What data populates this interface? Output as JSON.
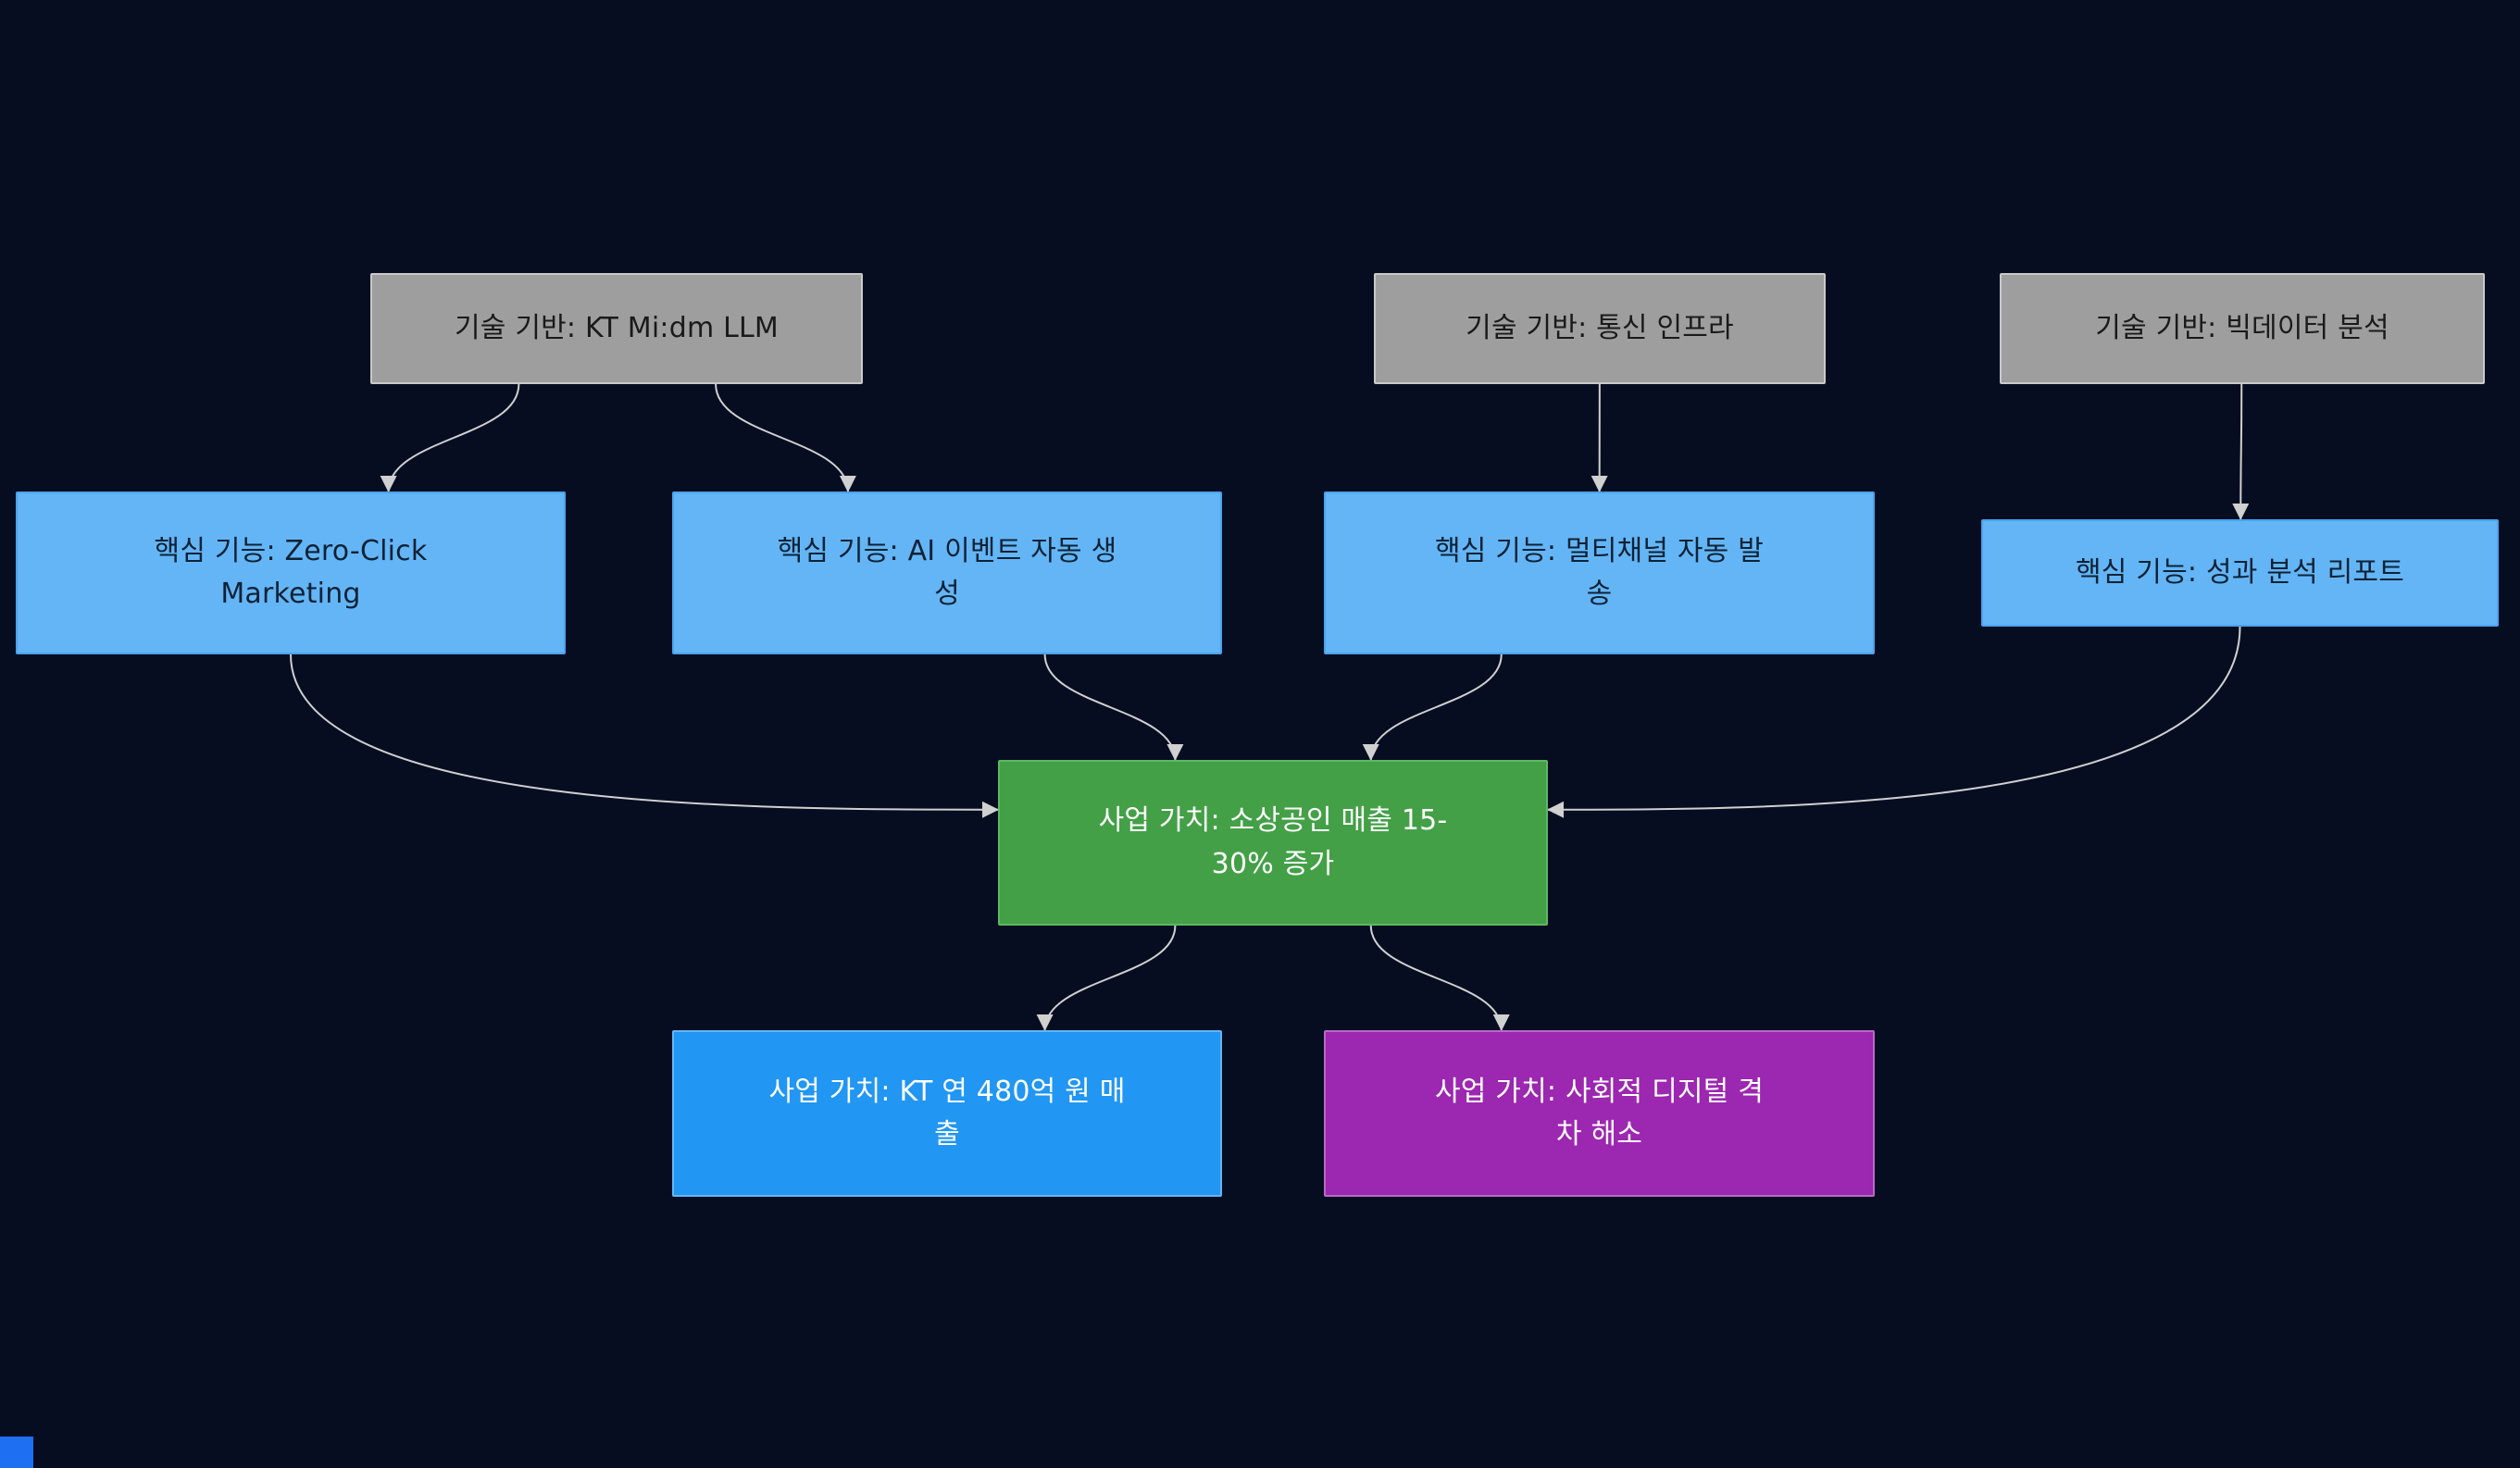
{
  "colors": {
    "background": "#060d21",
    "arrow": "#d0d0d0"
  },
  "diagram": {
    "nodes": {
      "t1": {
        "label": "기술 기반: KT Mi:dm LLM",
        "kind": "tech-base",
        "fill": "#9e9e9e",
        "stroke": "#c9c9c9",
        "text_color": "#1a1a1a"
      },
      "t2": {
        "label": "기술 기반: 통신 인프라",
        "kind": "tech-base",
        "fill": "#9e9e9e",
        "stroke": "#c9c9c9",
        "text_color": "#1a1a1a"
      },
      "t3": {
        "label": "기술 기반: 빅데이터 분석",
        "kind": "tech-base",
        "fill": "#9e9e9e",
        "stroke": "#c9c9c9",
        "text_color": "#1a1a1a"
      },
      "f1": {
        "label": "핵심 기능: Zero-Click\nMarketing",
        "kind": "core-feature",
        "fill": "#64b5f6",
        "stroke": "#4aa3ee",
        "text_color": "#0d2235"
      },
      "f2": {
        "label": "핵심 기능: AI 이벤트 자동 생\n성",
        "kind": "core-feature",
        "fill": "#64b5f6",
        "stroke": "#4aa3ee",
        "text_color": "#0d2235"
      },
      "f3": {
        "label": "핵심 기능: 멀티채널 자동 발\n송",
        "kind": "core-feature",
        "fill": "#64b5f6",
        "stroke": "#4aa3ee",
        "text_color": "#0d2235"
      },
      "f4": {
        "label": "핵심 기능: 성과 분석 리포트",
        "kind": "core-feature",
        "fill": "#64b5f6",
        "stroke": "#4aa3ee",
        "text_color": "#0d2235"
      },
      "v1": {
        "label": "사업 가치: 소상공인 매출 15-\n30% 증가",
        "kind": "business-value",
        "fill": "#43a047",
        "stroke": "#5cb860",
        "text_color": "#ffffff"
      },
      "v2": {
        "label": "사업 가치: KT 연 480억 원 매\n출",
        "kind": "business-value",
        "fill": "#2196f3",
        "stroke": "#64b5f6",
        "text_color": "#ffffff"
      },
      "v3": {
        "label": "사업 가치: 사회적 디지털 격\n차 해소",
        "kind": "business-value",
        "fill": "#9c27b0",
        "stroke": "#ba68c8",
        "text_color": "#ffffff"
      }
    },
    "edges": [
      {
        "from": "t1",
        "fromSide": "bottom",
        "to": "f1",
        "toSide": "top"
      },
      {
        "from": "t1",
        "fromSide": "bottom",
        "to": "f2",
        "toSide": "top"
      },
      {
        "from": "t2",
        "fromSide": "bottom",
        "to": "f3",
        "toSide": "top"
      },
      {
        "from": "t3",
        "fromSide": "bottom",
        "to": "f4",
        "toSide": "top"
      },
      {
        "from": "f1",
        "fromSide": "bottom",
        "to": "v1",
        "toSide": "left"
      },
      {
        "from": "f2",
        "fromSide": "bottom",
        "to": "v1",
        "toSide": "top"
      },
      {
        "from": "f3",
        "fromSide": "bottom",
        "to": "v1",
        "toSide": "top"
      },
      {
        "from": "f4",
        "fromSide": "bottom",
        "to": "v1",
        "toSide": "right"
      },
      {
        "from": "v1",
        "fromSide": "bottom",
        "to": "v2",
        "toSide": "top"
      },
      {
        "from": "v1",
        "fromSide": "bottom",
        "to": "v3",
        "toSide": "top"
      }
    ]
  },
  "corner_badge": {
    "color": "#1f6ff2"
  }
}
